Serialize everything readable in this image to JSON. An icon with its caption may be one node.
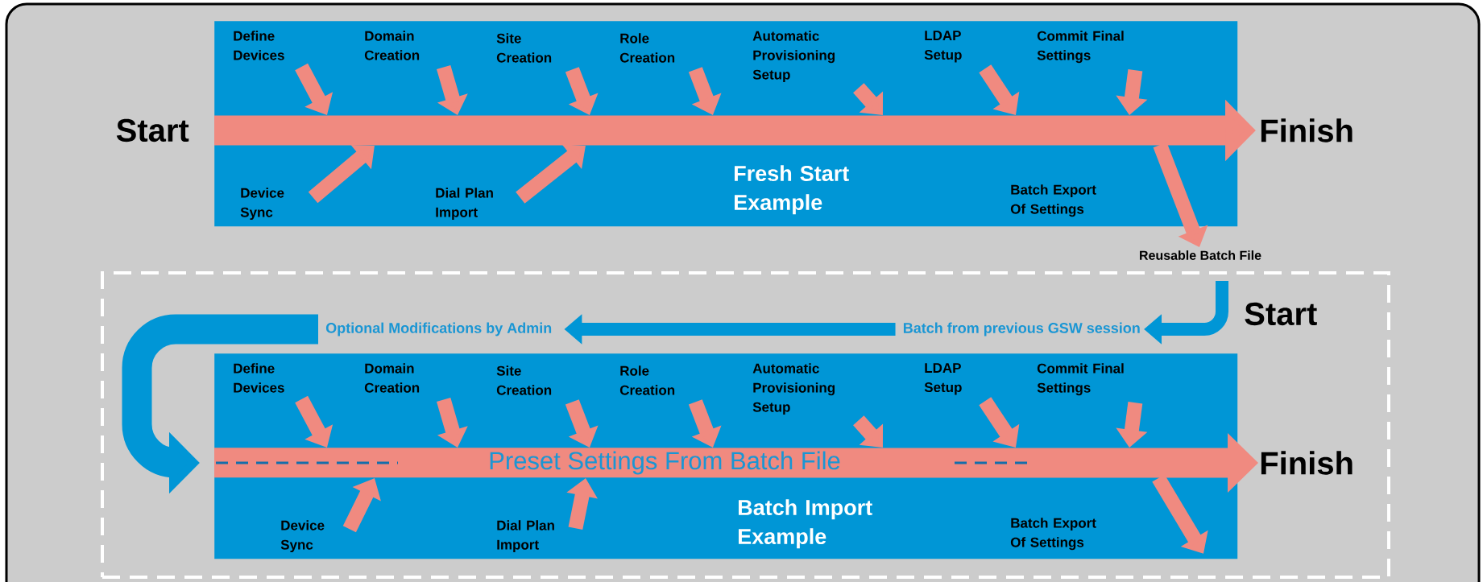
{
  "diagram": {
    "nodes": [
      {
        "text": [
          "Fresh Start Example"
        ]
      },
      {
        "text": [
          "Start"
        ]
      },
      {
        "text": [
          "Finish"
        ]
      },
      {
        "text": [
          "Define Devices"
        ],
        "in": 0
      },
      {
        "text": [
          "Domain Creation"
        ],
        "in": 0
      },
      {
        "text": [
          "Site Creation"
        ],
        "in": 0
      },
      {
        "text": [
          "Role Creation"
        ],
        "in": 0
      },
      {
        "text": [
          "Automatic Provisioning Setup"
        ],
        "in": 0
      },
      {
        "text": [
          "LDAP Setup"
        ],
        "in": 0
      },
      {
        "text": [
          "Commit Final Settings"
        ],
        "in": 0
      },
      {
        "text": [
          "Device Sync"
        ],
        "in": 0
      },
      {
        "text": [
          "Dial Plan Import"
        ],
        "in": 0
      },
      {
        "text": [
          "Batch Export Of Settings"
        ],
        "in": 0
      },
      {
        "text": [
          "Reusable Batch File"
        ]
      },
      {
        "text": [],
        "shape": "box"
      },
      {
        "text": [
          "Start"
        ],
        "in": 14
      },
      {
        "text": [
          "Batch from previous GSW session"
        ],
        "in": 14
      },
      {
        "text": [
          "Optional Modifications by Admin"
        ],
        "in": 14
      },
      {
        "text": [
          "Batch Import Example"
        ],
        "in": 14
      },
      {
        "text": [
          "Define Devices"
        ],
        "in": 18
      },
      {
        "text": [
          "Domain Creation"
        ],
        "in": 18
      },
      {
        "text": [
          "Site Creation"
        ],
        "in": 18
      },
      {
        "text": [
          "Role Creation"
        ],
        "in": 18
      },
      {
        "text": [
          "Automatic Provisioning Setup"
        ],
        "in": 18
      },
      {
        "text": [
          "LDAP Setup"
        ],
        "in": 18
      },
      {
        "text": [
          "Commit Final Settings"
        ],
        "in": 18
      },
      {
        "text": [
          "Device Sync"
        ],
        "in": 18
      },
      {
        "text": [
          "Dial Plan Import"
        ],
        "in": 18
      },
      {
        "text": [
          "Batch Export Of Settings"
        ],
        "in": 18
      },
      {
        "text": [
          "Finish"
        ],
        "in": 14
      }
    ],
    "edges": [
      {
        "from": 1,
        "to": 2,
        "arrow": "to",
        "style": "thick"
      },
      {
        "from": 3,
        "to": null,
        "arrow": "to"
      },
      {
        "from": 4,
        "to": null,
        "arrow": "to"
      },
      {
        "from": 5,
        "to": null,
        "arrow": "to"
      },
      {
        "from": 6,
        "to": null,
        "arrow": "to"
      },
      {
        "from": 7,
        "to": null,
        "arrow": "to"
      },
      {
        "from": 8,
        "to": null,
        "arrow": "to"
      },
      {
        "from": 9,
        "to": null,
        "arrow": "to"
      },
      {
        "from": 10,
        "to": null,
        "arrow": "to"
      },
      {
        "from": 11,
        "to": null,
        "arrow": "to"
      },
      {
        "from": null,
        "to": 13,
        "arrow": "to"
      },
      {
        "from": 13,
        "to": 16,
        "arrow": "to",
        "color": "#0096d6"
      },
      {
        "from": 16,
        "to": 17,
        "arrow": "to",
        "color": "#0096d6"
      },
      {
        "from": 17,
        "to": null,
        "arrow": "to",
        "style": "thick",
        "color": "#0096d6"
      },
      {
        "from": 18,
        "to": 29,
        "arrow": "to",
        "style": "thick",
        "label": "Preset Settings From Batch File"
      },
      {
        "from": 19,
        "to": null,
        "arrow": "to"
      },
      {
        "from": 20,
        "to": null,
        "arrow": "to"
      },
      {
        "from": 21,
        "to": null,
        "arrow": "to"
      },
      {
        "from": 22,
        "to": null,
        "arrow": "to"
      },
      {
        "from": 23,
        "to": null,
        "arrow": "to"
      },
      {
        "from": 24,
        "to": null,
        "arrow": "to"
      },
      {
        "from": 25,
        "to": null,
        "arrow": "to"
      },
      {
        "from": 26,
        "to": null,
        "arrow": "to"
      },
      {
        "from": 27,
        "to": null,
        "arrow": "to"
      },
      {
        "from": null,
        "to": 18,
        "arrow": "to"
      }
    ]
  }
}
